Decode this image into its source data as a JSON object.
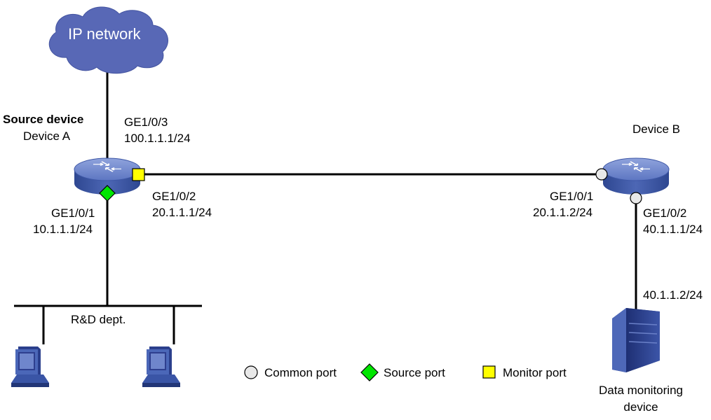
{
  "cloud": {
    "label": "IP network"
  },
  "device_a": {
    "role": "Source device",
    "name": "Device A",
    "ports": {
      "ge3": {
        "name": "GE1/0/3",
        "ip": "100.1.1.1/24"
      },
      "ge2": {
        "name": "GE1/0/2",
        "ip": "20.1.1.1/24"
      },
      "ge1": {
        "name": "GE1/0/1",
        "ip": "10.1.1.1/24"
      }
    }
  },
  "device_b": {
    "name": "Device B",
    "ports": {
      "ge1": {
        "name": "GE1/0/1",
        "ip": "20.1.1.2/24"
      },
      "ge2": {
        "name": "GE1/0/2",
        "ip": "40.1.1.1/24"
      }
    }
  },
  "lan": {
    "label": "R&D dept."
  },
  "monitor_device": {
    "ip": "40.1.1.2/24",
    "label_line1": "Data monitoring",
    "label_line2": "device"
  },
  "legend": {
    "common": "Common port",
    "source": "Source port",
    "monitor": "Monitor port"
  },
  "colors": {
    "device_blue": "#4a63b0",
    "cloud_blue": "#5b6bb8",
    "source_port_green": "#00e600",
    "monitor_port_yellow": "#ffff00",
    "common_port_gray": "#e8e8e8"
  }
}
